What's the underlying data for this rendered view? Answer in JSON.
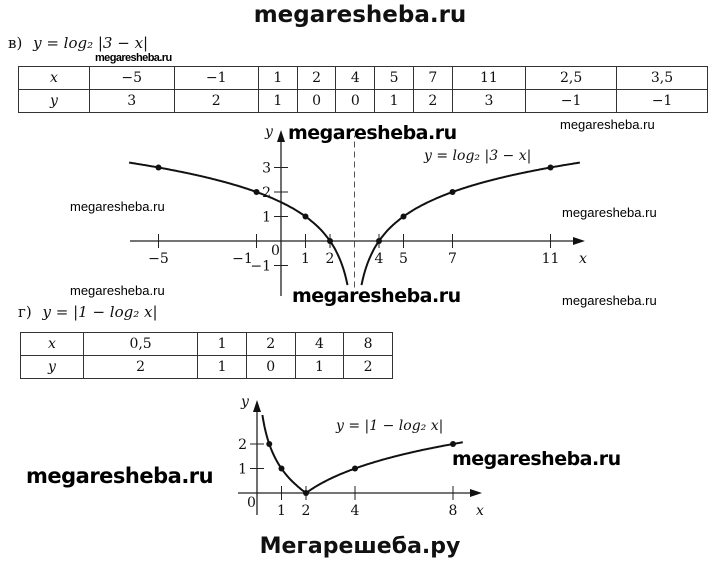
{
  "header": {
    "site_title": "megaresheba.ru"
  },
  "footer": {
    "site_title": "Мегарешеба.ру"
  },
  "watermarks": [
    "megaresheba.ru",
    "megaresheba.ru",
    "megaresheba.ru",
    "megaresheba.ru",
    "megaresheba.ru",
    "megaresheba.ru",
    "megaresheba.ru",
    "megaresheba.ru",
    "megaresheba.ru",
    "megaresheba.ru"
  ],
  "part_v": {
    "label": "в)",
    "formula": "y = log₂ |3 − x|",
    "table": {
      "x_header": "x",
      "y_header": "y",
      "x": [
        "−5",
        "−1",
        "1",
        "2",
        "4",
        "5",
        "7",
        "11",
        "2,5",
        "3,5"
      ],
      "y": [
        "3",
        "2",
        "1",
        "0",
        "0",
        "1",
        "2",
        "3",
        "−1",
        "−1"
      ]
    }
  },
  "part_g": {
    "label": "г)",
    "formula": "y = |1 − log₂ x|",
    "table": {
      "x_header": "x",
      "y_header": "y",
      "x": [
        "0,5",
        "1",
        "2",
        "4",
        "8"
      ],
      "y": [
        "2",
        "1",
        "0",
        "1",
        "2"
      ]
    }
  },
  "chart_data": [
    {
      "type": "line",
      "title": "y = log₂ |3 − x|",
      "xlabel": "x",
      "ylabel": "y",
      "origin_label": "0",
      "xticks": [
        "−5",
        "−1",
        "1",
        "2",
        "4",
        "5",
        "7",
        "11"
      ],
      "xtick_values": [
        -5,
        -1,
        1,
        2,
        4,
        5,
        7,
        11
      ],
      "yticks": [
        "3",
        "2",
        "1",
        "−1"
      ],
      "ytick_values": [
        3,
        2,
        1,
        -1
      ],
      "asymptote_x": 3,
      "points": [
        [
          -5,
          3
        ],
        [
          -1,
          2
        ],
        [
          1,
          1
        ],
        [
          2,
          0
        ],
        [
          4,
          0
        ],
        [
          5,
          1
        ],
        [
          7,
          2
        ],
        [
          11,
          3
        ]
      ],
      "xlim": [
        -6.2,
        12.2
      ],
      "ylim": [
        -1.8,
        4
      ]
    },
    {
      "type": "line",
      "title": "y = |1 − log₂ x|",
      "xlabel": "x",
      "ylabel": "y",
      "origin_label": "0",
      "xticks": [
        "1",
        "2",
        "4",
        "8"
      ],
      "xtick_values": [
        1,
        2,
        4,
        8
      ],
      "yticks": [
        "2",
        "1"
      ],
      "ytick_values": [
        2,
        1
      ],
      "points": [
        [
          0.5,
          2
        ],
        [
          1,
          1
        ],
        [
          2,
          0
        ],
        [
          4,
          1
        ],
        [
          8,
          2
        ]
      ],
      "xlim": [
        0.22,
        8.4
      ],
      "ylim": [
        0,
        3.5
      ]
    }
  ]
}
